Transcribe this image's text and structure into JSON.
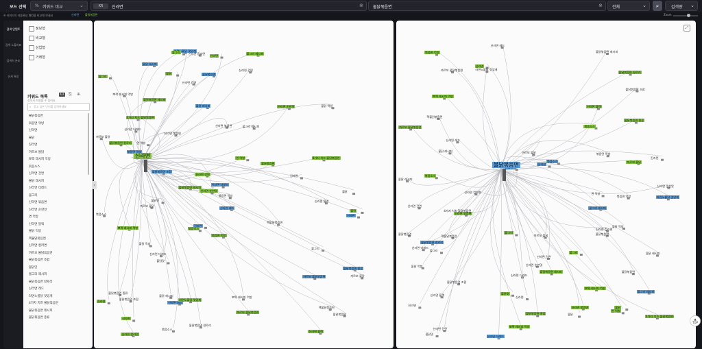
{
  "topbar": {
    "mode_label": "모드 선택",
    "mode_select": "키워드 비교",
    "left_flag": "KR",
    "left_keyword": "신라면",
    "right_keyword": "불닭볶음면",
    "scope_select": "전체",
    "sort_select": "검색량"
  },
  "subbar": {
    "note": "※ 키워드의 자동완성 패턴을 비교해 보세요",
    "tag_left": "신라면",
    "tag_right": "불닭볶음면",
    "zoom_label": "Zoom"
  },
  "iconrail": {
    "items": [
      "검색 인텐트",
      "검색 노출지표",
      "검색어 분포",
      "유저 특징"
    ]
  },
  "sidebar": {
    "filters": [
      "정보형",
      "비교형",
      "상업형",
      "거래형"
    ],
    "keyword_list_title": "키워드 목록",
    "badge": "ALL",
    "subtitle": "찾아서 적용할 수 있어요",
    "search_placeholder": "찾고 싶은 단어를 입력하세요",
    "items": [
      "불닭볶음면",
      "볶음면 먹방",
      "신라면",
      "불닭",
      "진라면",
      "까르보 불닭",
      "뽀짝 레시피 먹방",
      "볶음소스",
      "신라면 건면",
      "불닭 레시피",
      "신라면 더레드",
      "불그리",
      "신라면 볶음면",
      "신라면 순한맛",
      "면 먹방",
      "신라면 블랙",
      "불닭 먹방",
      "핵불닭볶음면",
      "신라면 컵라면",
      "까르보 불닭볶음면",
      "불닭볶음면 조합",
      "불닭맛",
      "불그리 레시피",
      "불닭볶음면 칼로리",
      "신라면 레드",
      "라면노블닭 맛있게",
      "4가지 치즈 불닭볶음면",
      "불닭볶음면 레시피",
      "불닭볶음면 종류"
    ]
  },
  "graph": {
    "left_center": "신라면",
    "right_center": "불닭볶음면",
    "expand_icon": "expand-icon",
    "top_label": "TOP"
  }
}
